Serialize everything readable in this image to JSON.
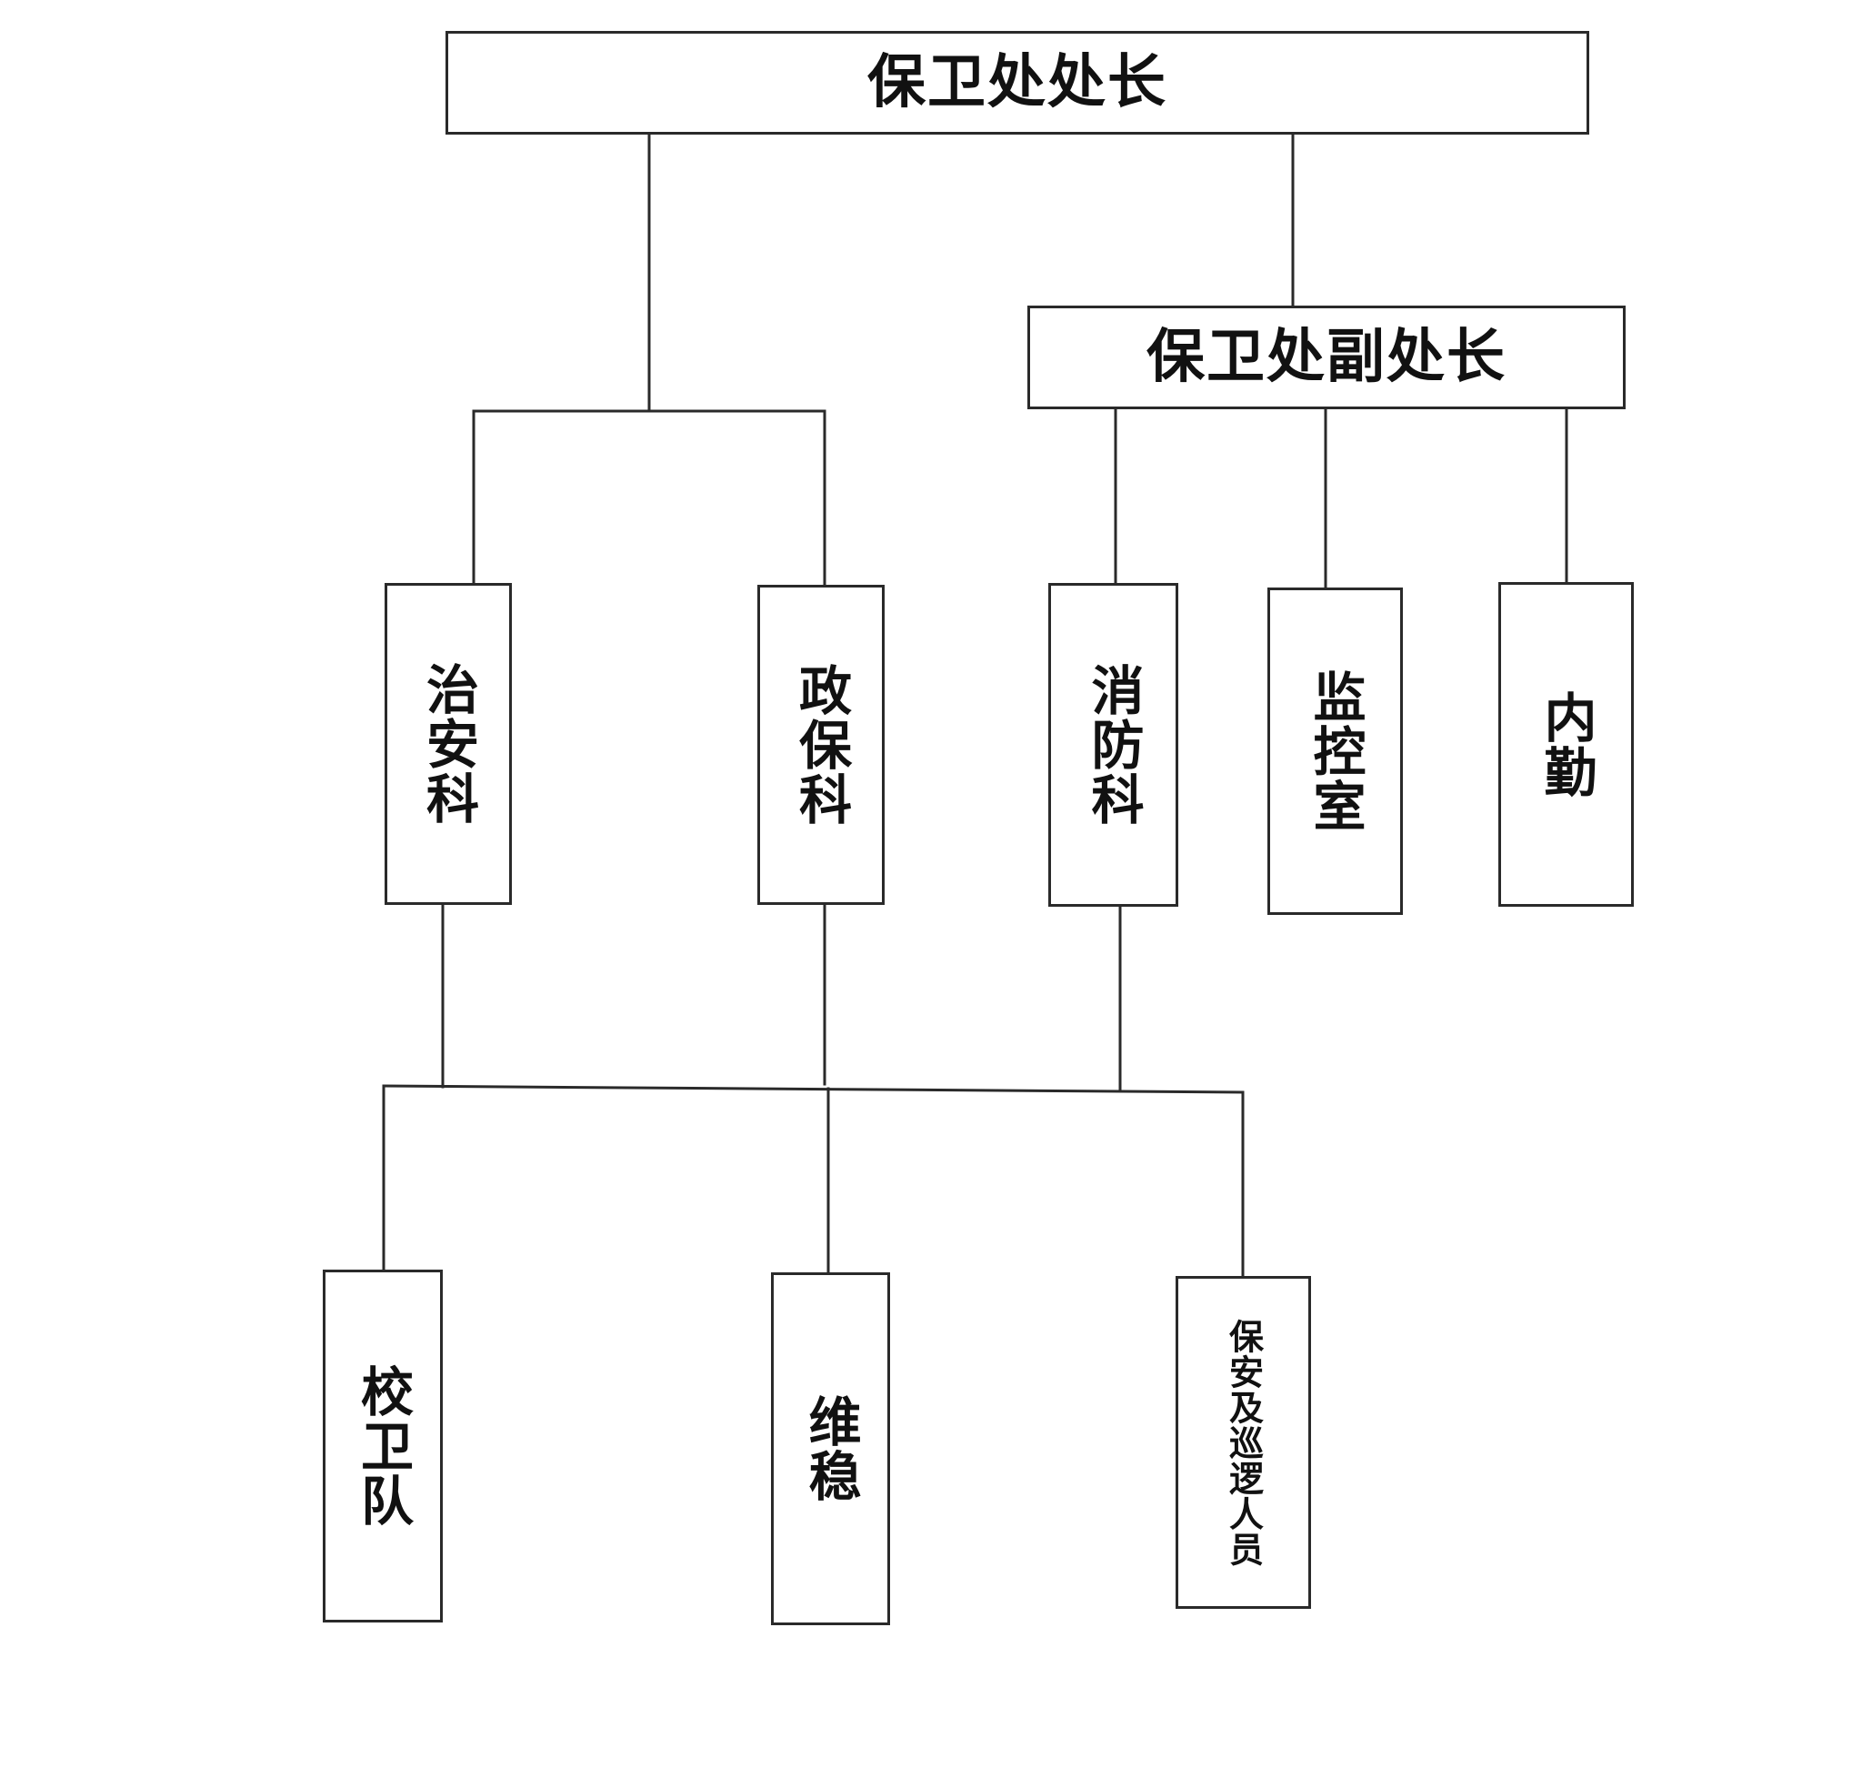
{
  "nodes": {
    "director": "保卫处处长",
    "deputy_director": "保卫处副处长",
    "public_security_section": "治安科",
    "political_security_section": "政保科",
    "fire_section": "消防科",
    "monitoring_room": "监控室",
    "internal_affairs": "内勤",
    "campus_guard": "校卫队",
    "stability_maintenance": "维稳",
    "security_patrol_staff": "保安及巡逻人员"
  },
  "hierarchy": {
    "保卫处处长": [
      "治安科",
      "政保科",
      "保卫处副处长"
    ],
    "保卫处副处长": [
      "消防科",
      "监控室",
      "内勤"
    ],
    "治安科": [
      "校卫队",
      "维稳",
      "保安及巡逻人员"
    ],
    "政保科": [
      "校卫队",
      "维稳",
      "保安及巡逻人员"
    ],
    "消防科": [
      "校卫队",
      "维稳",
      "保安及巡逻人员"
    ]
  },
  "colors": {
    "line": "#2a2a2a",
    "background": "#ffffff",
    "text": "#111111"
  }
}
